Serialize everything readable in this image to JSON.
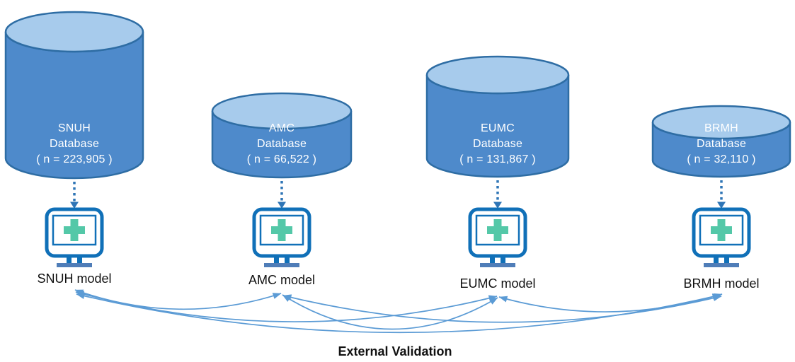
{
  "diagram": {
    "bottom_label": "External Validation",
    "nodes": [
      {
        "name": "SNUH",
        "db_label": "Database",
        "n_label": "( n = 223,905 )",
        "n_value": 223905,
        "model_label": "SNUH model"
      },
      {
        "name": "AMC",
        "db_label": "Database",
        "n_label": "( n = 66,522 )",
        "n_value": 66522,
        "model_label": "AMC model"
      },
      {
        "name": "EUMC",
        "db_label": "Database",
        "n_label": "( n = 131,867 )",
        "n_value": 131867,
        "model_label": "EUMC model"
      },
      {
        "name": "BRMH",
        "db_label": "Database",
        "n_label": "( n = 32,110 )",
        "n_value": 32110,
        "model_label": "BRMH model"
      }
    ],
    "icons": {
      "database": "database-cylinder-icon",
      "model": "monitor-medical-cross-icon",
      "derive": "dotted-down-arrow-icon",
      "validate": "curved-bidirectional-arrow-icon"
    },
    "colors": {
      "cylinder_body": "#4E8ACB",
      "cylinder_top": "#A7CBEC",
      "cylinder_stroke": "#2E6DA4",
      "dotted_arrow": "#2E75B6",
      "monitor_stroke": "#1070B8",
      "medical_cross": "#54C8A8",
      "monitor_base": "#4F7DB8",
      "validation_arrow": "#5B9BD5",
      "text_on_cylinder": "#FFFFFF",
      "text_labels": "#111111"
    }
  }
}
